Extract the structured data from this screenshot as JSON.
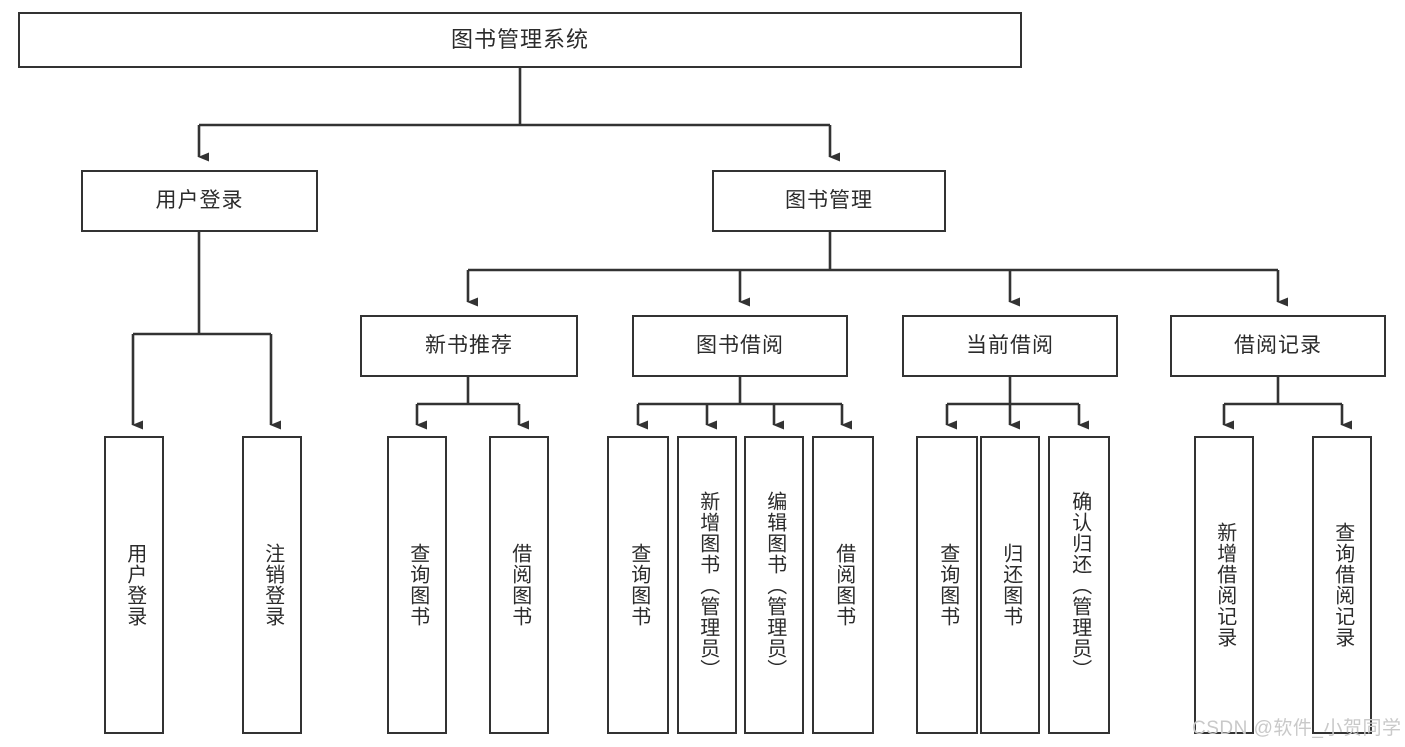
{
  "diagram": {
    "title": "图书管理系统",
    "type": "tree-hierarchy",
    "colors": {
      "node_border": "#333333",
      "node_fill": "#ffffff",
      "line": "#333333",
      "text": "#2b2b2b",
      "watermark": "#c9c9c9",
      "background": "#ffffff"
    }
  },
  "root": {
    "label": "图书管理系统"
  },
  "level1": [
    {
      "label": "用户登录"
    },
    {
      "label": "图书管理"
    }
  ],
  "level2": [
    {
      "label": "新书推荐"
    },
    {
      "label": "图书借阅"
    },
    {
      "label": "当前借阅"
    },
    {
      "label": "借阅记录"
    }
  ],
  "leaves": {
    "user_login": [
      {
        "label": "用户登录"
      },
      {
        "label": "注销登录"
      }
    ],
    "new_book_recommend": [
      {
        "label": "查询图书"
      },
      {
        "label": "借阅图书"
      }
    ],
    "book_borrow": [
      {
        "label": "查询图书"
      },
      {
        "label": "新增图书（管理员）"
      },
      {
        "label": "编辑图书（管理员）"
      },
      {
        "label": "借阅图书"
      }
    ],
    "current_borrow": [
      {
        "label": "查询图书"
      },
      {
        "label": "归还图书"
      },
      {
        "label": "确认归还（管理员）"
      }
    ],
    "borrow_record": [
      {
        "label": "新增借阅记录"
      },
      {
        "label": "查询借阅记录"
      }
    ]
  },
  "watermark": {
    "text": "CSDN @软件_小贺同学"
  }
}
